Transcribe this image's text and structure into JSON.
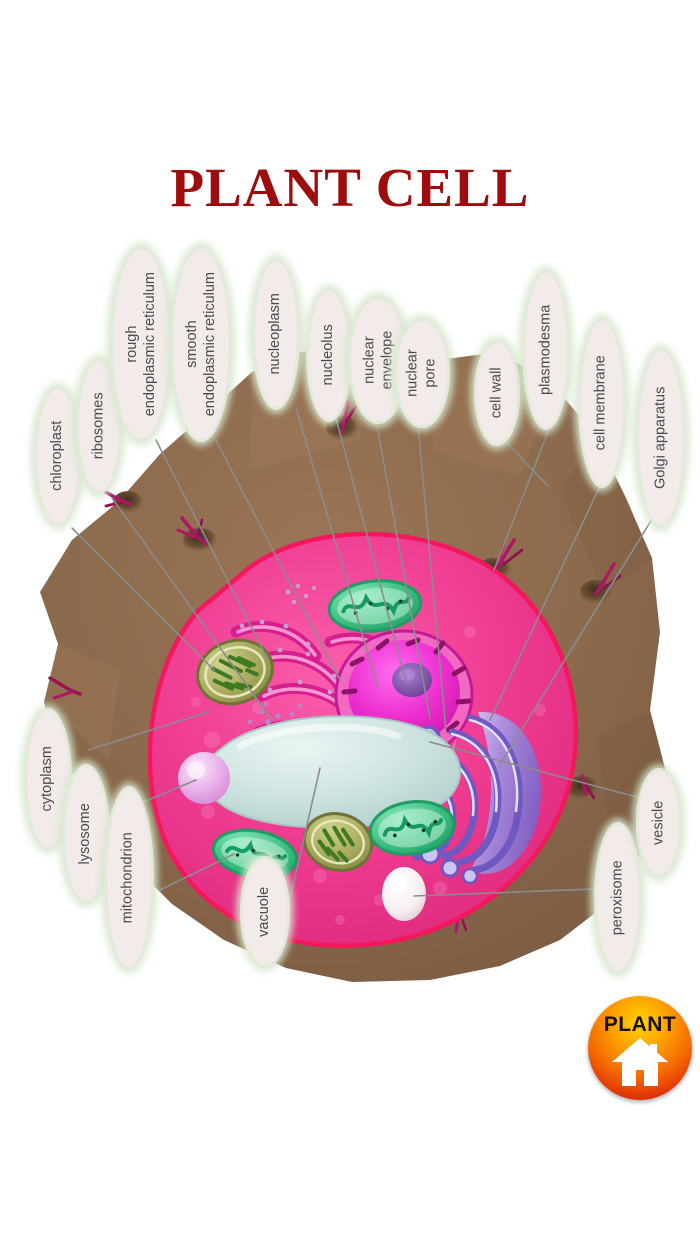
{
  "page": {
    "title": "PLANT CELL",
    "background_color": "#ffffff",
    "title_color": "#9e0d0d"
  },
  "diagram": {
    "type": "labelled-biology-diagram",
    "subject": "plant cell cross-section",
    "label_pill_fill": "#f3eaea",
    "label_pill_glow": "#d6e9ce",
    "label_text_color": "#4a4a4a",
    "leader_line_color": "#8c8c8c",
    "labels": [
      {
        "id": "chloroplast",
        "text": "chloroplast",
        "lines": [
          "chloroplast"
        ]
      },
      {
        "id": "ribosomes",
        "text": "ribosomes",
        "lines": [
          "ribosomes"
        ]
      },
      {
        "id": "rough-er",
        "text": "rough endoplasmic reticulum",
        "lines": [
          "rough",
          "endoplasmic reticulum"
        ]
      },
      {
        "id": "smooth-er",
        "text": "smooth endoplasmic reticulum",
        "lines": [
          "smooth",
          "endoplasmic reticulum"
        ]
      },
      {
        "id": "nucleoplasm",
        "text": "nucleoplasm",
        "lines": [
          "nucleoplasm"
        ]
      },
      {
        "id": "nucleolus",
        "text": "nucleolus",
        "lines": [
          "nucleolus"
        ]
      },
      {
        "id": "nuclear-envelope",
        "text": "nuclear envelope",
        "lines": [
          "nuclear",
          "envelope"
        ]
      },
      {
        "id": "nuclear-pore",
        "text": "nuclear pore",
        "lines": [
          "nuclear",
          "pore"
        ]
      },
      {
        "id": "cell-wall",
        "text": "cell wall",
        "lines": [
          "cell wall"
        ]
      },
      {
        "id": "plasmodesma",
        "text": "plasmodesma",
        "lines": [
          "plasmodesma"
        ]
      },
      {
        "id": "cell-membrane",
        "text": "cell membrane",
        "lines": [
          "cell membrane"
        ]
      },
      {
        "id": "golgi-apparatus",
        "text": "Golgi apparatus",
        "lines": [
          "Golgi apparatus"
        ]
      },
      {
        "id": "cytoplasm",
        "text": "cytoplasm",
        "lines": [
          "cytoplasm"
        ]
      },
      {
        "id": "lysosome",
        "text": "lysosome",
        "lines": [
          "lysosome"
        ]
      },
      {
        "id": "mitochondrion",
        "text": "mitochondrion",
        "lines": [
          "mitochondrion"
        ]
      },
      {
        "id": "vacuole",
        "text": "vacuole",
        "lines": [
          "vacuole"
        ]
      },
      {
        "id": "peroxisome",
        "text": "peroxisome",
        "lines": [
          "peroxisome"
        ]
      },
      {
        "id": "vesicle",
        "text": "vesicle",
        "lines": [
          "vesicle"
        ]
      }
    ],
    "structure_colors": {
      "cell_wall": "#8d6a4e",
      "cell_membrane": "#f4175e",
      "cytoplasm": "#ef3d92",
      "nucleus": "#ed2fcf",
      "nucleolus": "#7d4fa8",
      "chloroplast": "#9aa35a",
      "mitochondrion": "#37b87a",
      "golgi_apparatus": "#9d8ede",
      "vacuole": "#c3dcdc",
      "lysosome": "#e8a8e8",
      "peroxisome": "#f3eaea",
      "plasmodesma": "#b01567",
      "endoplasmic_reticulum": "#d61f8e"
    }
  },
  "badge": {
    "label": "PLANT",
    "icon": "house-icon",
    "text_color": "#1a1005",
    "gradient_inner": "#ffd400",
    "gradient_outer": "#b01000"
  }
}
